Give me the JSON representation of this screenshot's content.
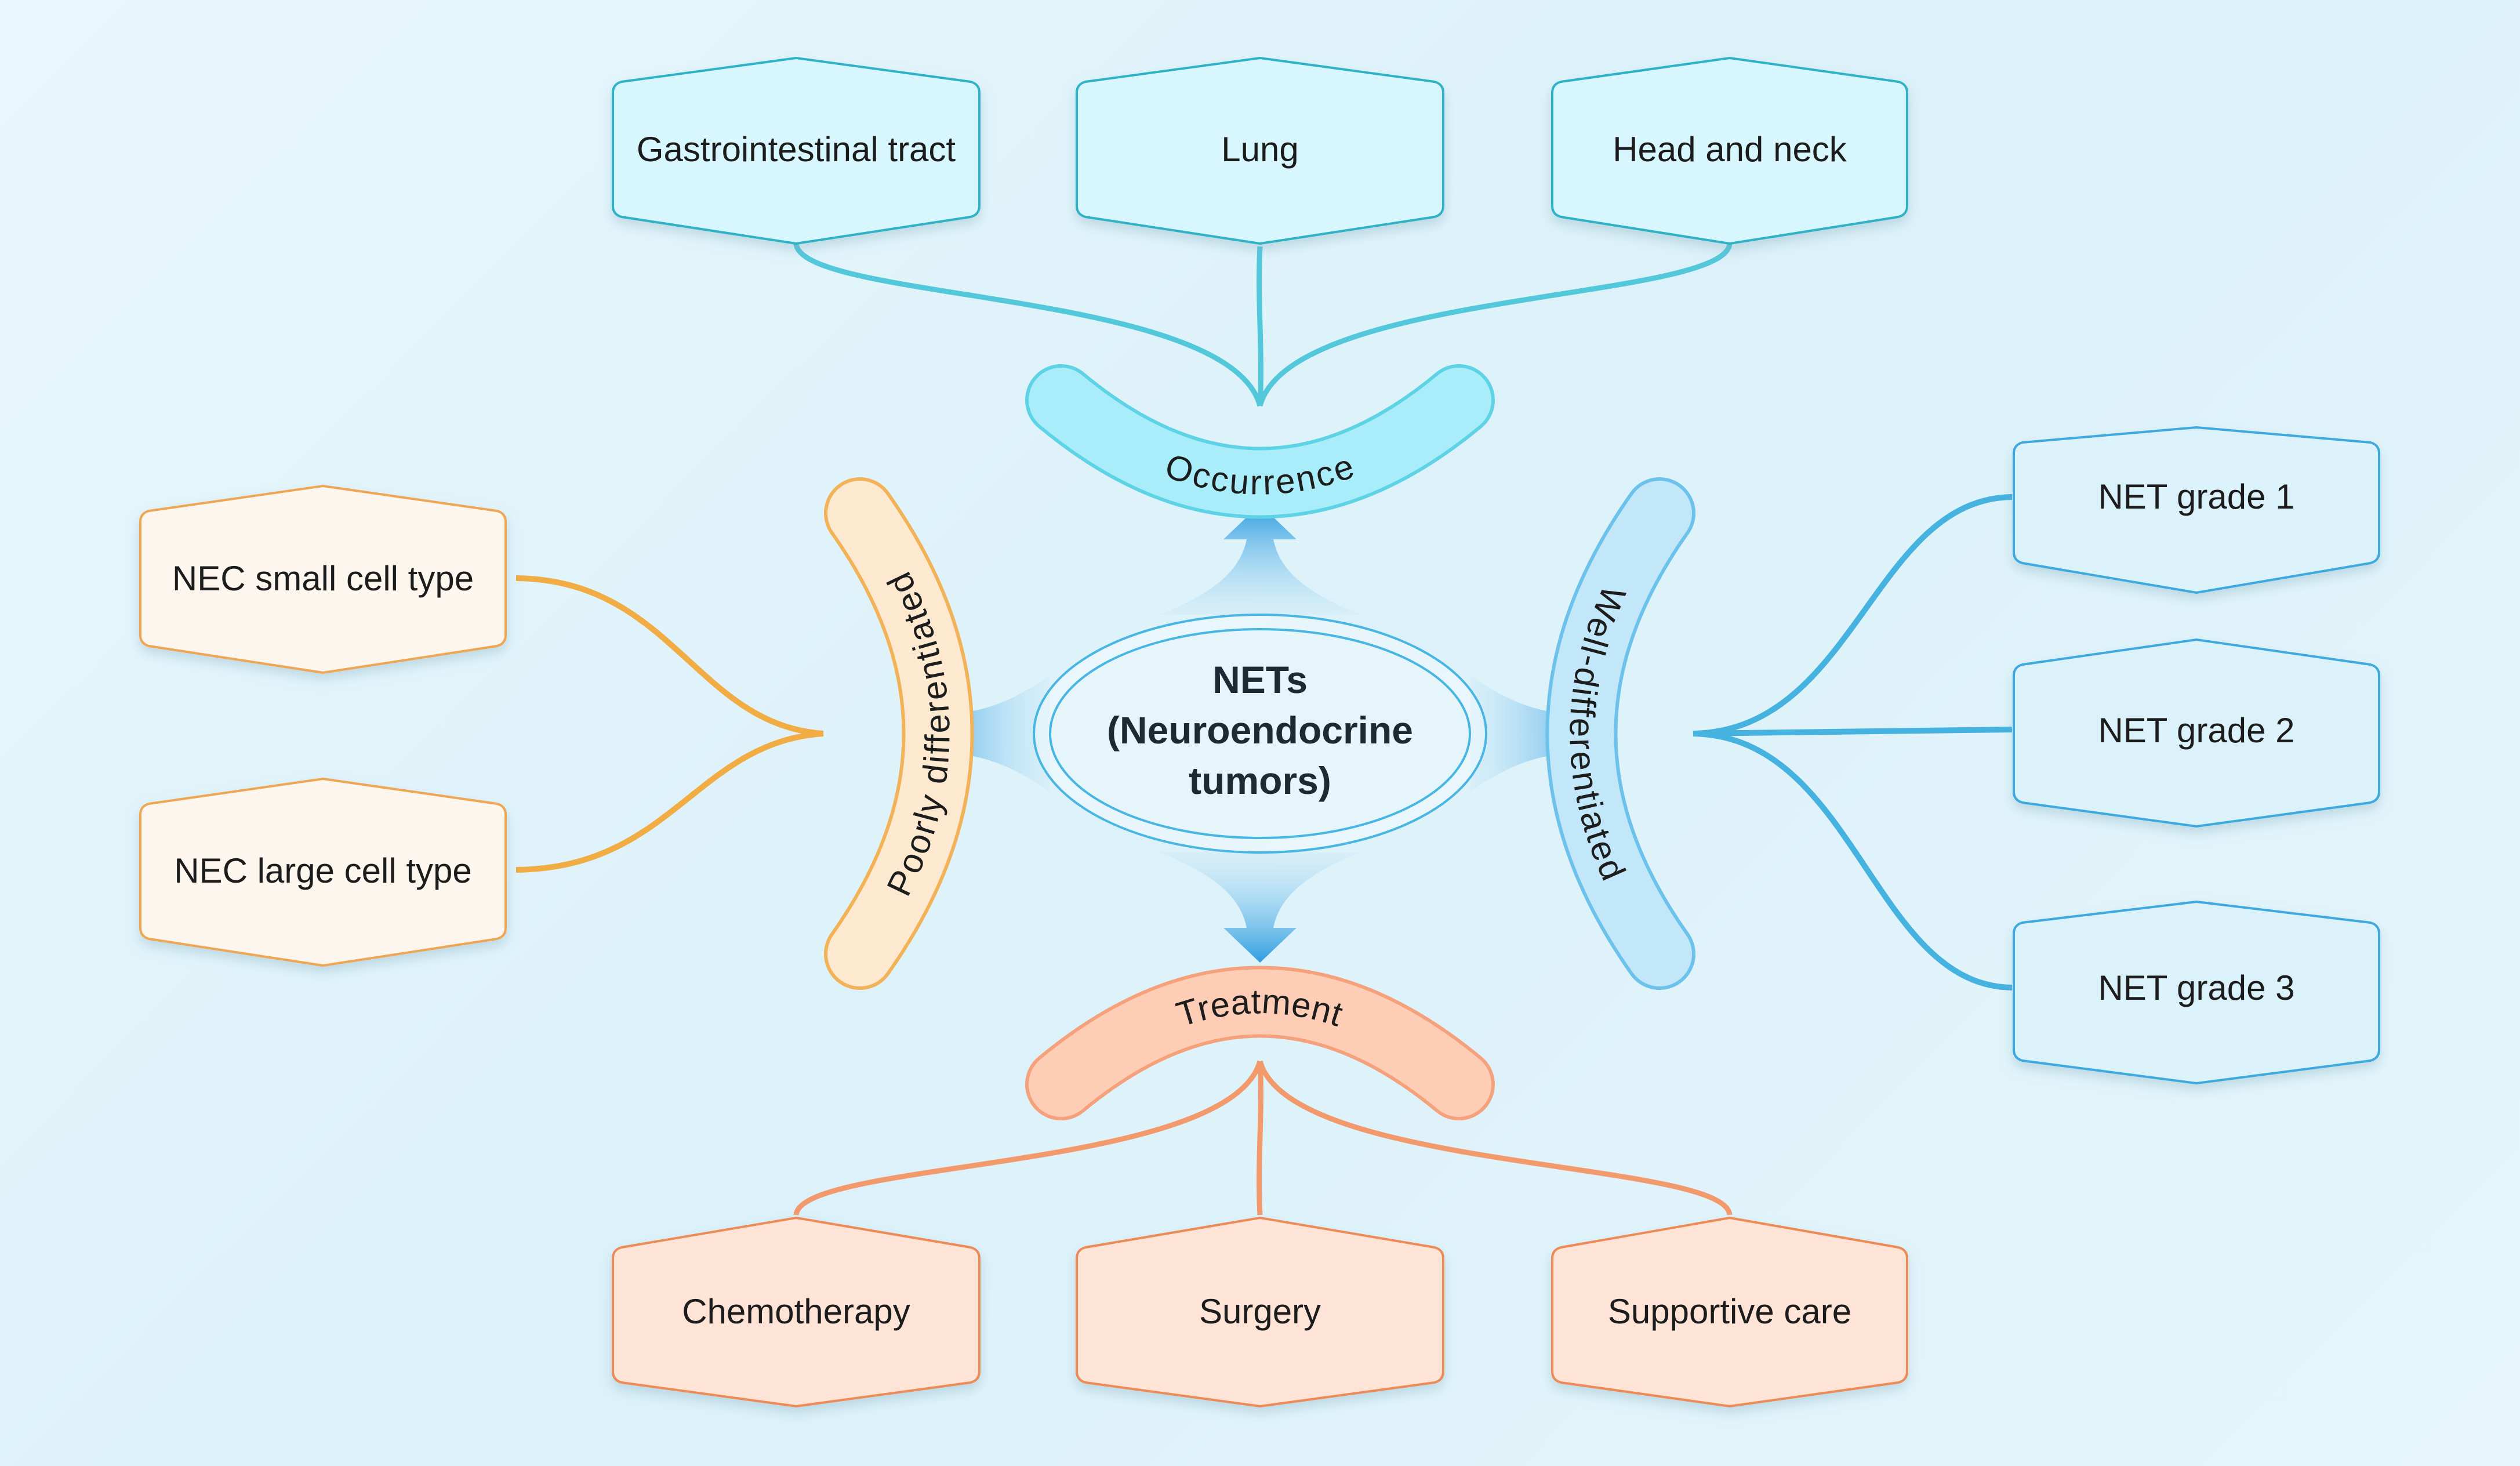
{
  "center": {
    "line1": "NETs",
    "line2": "(Neuroendocrine",
    "line3": "tumors)"
  },
  "occurrence": {
    "label": "Occurrence",
    "items": [
      "Gastrointestinal tract",
      "Lung",
      "Head and neck"
    ]
  },
  "treatment": {
    "label": "Treatment",
    "items": [
      "Chemotherapy",
      "Surgery",
      "Supportive care"
    ]
  },
  "poorly": {
    "label": "Poorly differentiated",
    "items": [
      "NEC small cell type",
      "NEC large cell type"
    ]
  },
  "well": {
    "label": "Well-differentiated",
    "items": [
      "NET grade 1",
      "NET grade 2",
      "NET grade 3"
    ]
  },
  "colors": {
    "cyan_fill": "#d8f6fd",
    "cyan_stroke": "#2fb2c6",
    "cyan_band": "#a7ecf8",
    "blue_fill": "#dcf2fb",
    "blue_stroke": "#3ea9df",
    "blue_band": "#c0e6f8",
    "peach_fill": "#fde4d6",
    "peach_stroke": "#ee8a55",
    "peach_band": "#fccbb2",
    "cream_fill": "#fdf6ee",
    "cream_stroke": "#f0a553",
    "cream_band": "#fde8cf",
    "arrow": "#2f9de0"
  }
}
